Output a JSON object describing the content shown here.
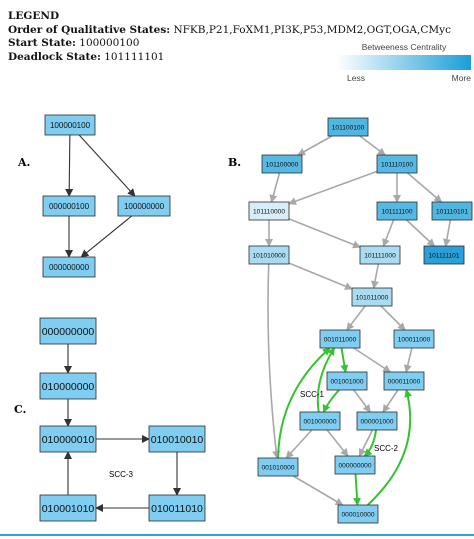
{
  "legend": {
    "heading": "LEGEND",
    "order_label": "Order of Qualitative States:",
    "order_value": "NFKB,P21,FoXM1,PI3K,P53,MDM2,OGT,OGA,CMyc",
    "start_label": "Start State:",
    "start_value": "100000100",
    "deadlock_label": "Deadlock State:",
    "deadlock_value": "101111101"
  },
  "centrality": {
    "title": "Betweeness Centrality",
    "less": "Less",
    "more": "More",
    "color_low": "#ffffff",
    "color_high": "#1a9ed8"
  },
  "panels": {
    "a": "A.",
    "b": "B.",
    "c": "C."
  },
  "colors": {
    "node_default": "#7fcdf1",
    "edge": "#a8a8a8",
    "scc_edge": "#34c42f",
    "node_border": "#2b2b2b"
  },
  "graph_a": {
    "nodes": [
      {
        "id": "a1",
        "label": "100000100"
      },
      {
        "id": "a2",
        "label": "000000100"
      },
      {
        "id": "a3",
        "label": "100000000"
      },
      {
        "id": "a4",
        "label": "000000000"
      }
    ]
  },
  "graph_c": {
    "scc_label": "SCC-3",
    "nodes": [
      {
        "id": "c1",
        "label": "000000000"
      },
      {
        "id": "c2",
        "label": "010000000"
      },
      {
        "id": "c3",
        "label": "010000010"
      },
      {
        "id": "c4",
        "label": "010010010"
      },
      {
        "id": "c5",
        "label": "010011010"
      },
      {
        "id": "c6",
        "label": "010001010"
      }
    ]
  },
  "graph_b": {
    "scc1_label": "SCC-1",
    "scc2_label": "SCC-2",
    "nodes": [
      {
        "id": "b1",
        "label": "101100100",
        "fill": "#4fb6e2"
      },
      {
        "id": "b2",
        "label": "101100000",
        "fill": "#55b9e3"
      },
      {
        "id": "b3",
        "label": "101110100",
        "fill": "#55b9e3"
      },
      {
        "id": "b4",
        "label": "101110000",
        "fill": "#d7eef9"
      },
      {
        "id": "b5",
        "label": "101111100",
        "fill": "#55b9e3"
      },
      {
        "id": "b6",
        "label": "101110101",
        "fill": "#4fb6e2"
      },
      {
        "id": "b7",
        "label": "101010000",
        "fill": "#a9dcf2"
      },
      {
        "id": "b8",
        "label": "101111000",
        "fill": "#a9dcf2"
      },
      {
        "id": "b9",
        "label": "101111101",
        "fill": "#2a9fd8"
      },
      {
        "id": "b10",
        "label": "101011000",
        "fill": "#a9dcf2"
      },
      {
        "id": "b11",
        "label": "001011000",
        "fill": "#7fcdf1"
      },
      {
        "id": "b12",
        "label": "100011000",
        "fill": "#7fcdf1"
      },
      {
        "id": "b13",
        "label": "001001000",
        "fill": "#7fcdf1"
      },
      {
        "id": "b14",
        "label": "000011000",
        "fill": "#7fcdf1"
      },
      {
        "id": "b15",
        "label": "001000000",
        "fill": "#7fcdf1"
      },
      {
        "id": "b16",
        "label": "000001000",
        "fill": "#7fcdf1"
      },
      {
        "id": "b17",
        "label": "001010000",
        "fill": "#7fcdf1"
      },
      {
        "id": "b18",
        "label": "000000000",
        "fill": "#7fcdf1"
      },
      {
        "id": "b19",
        "label": "000010000",
        "fill": "#7fcdf1"
      }
    ]
  }
}
